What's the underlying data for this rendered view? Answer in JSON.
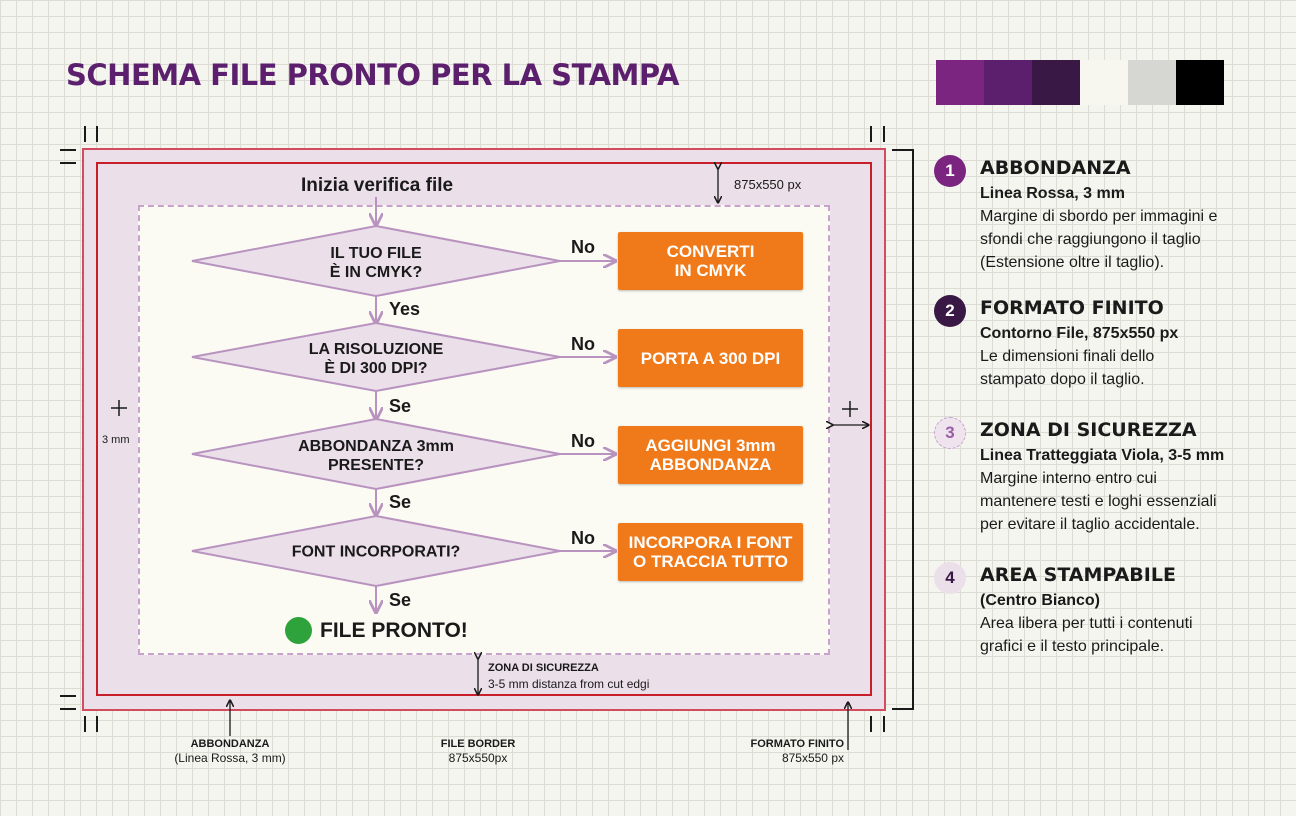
{
  "title": "SCHEMA FILE PRONTO PER LA STAMPA",
  "palette": [
    "#7b2480",
    "#5c1f6e",
    "#3a1845",
    "#f7f7f0",
    "#d6d6d2",
    "#000000"
  ],
  "colors": {
    "bleed": "#ebdfe9",
    "red_line": "#c81e2a",
    "safe_dashed": "#c7a3cc",
    "action": "#f07a1a",
    "ok": "#2ea33b"
  },
  "flow": {
    "start": "Inizia verifica file",
    "steps": [
      {
        "question": [
          "IL TUO FILE",
          "È IN CMYK?"
        ],
        "no": "No",
        "action": [
          "CONVERTI",
          "IN CMYK"
        ],
        "yes": "Yes"
      },
      {
        "question": [
          "LA RISOLUZIONE",
          "È DI 300 DPI?"
        ],
        "no": "No",
        "action": [
          "PORTA A 300 DPI"
        ],
        "yes": "Se"
      },
      {
        "question": [
          "ABBONDANZA 3mm",
          "PRESENTE?"
        ],
        "no": "No",
        "action": [
          "AGGIUNGI 3mm",
          "ABBONDANZA"
        ],
        "yes": "Se"
      },
      {
        "question": [
          "FONT INCORPORATI?"
        ],
        "no": "No",
        "action": [
          "INCORPORA I FONT",
          "O TRACCIA TUTTO"
        ],
        "yes": "Se"
      }
    ],
    "end": "FILE PRONTO!"
  },
  "dims": {
    "top": "875x550 px",
    "left": "3 mm",
    "safe_title": "ZONA DI SICUREZZA",
    "safe_desc": "3-5 mm distanza from cut edgi"
  },
  "bottom_labels": [
    {
      "title": "ABBONDANZA",
      "sub": "(Linea Rossa, 3 mm)"
    },
    {
      "title": "FILE BORDER",
      "sub": "875x550px"
    },
    {
      "title": "FORMATO FINITO",
      "sub": "875x550 px"
    }
  ],
  "legend": [
    {
      "num": "1",
      "title": "ABBONDANZA",
      "sub": "Linea Rossa, 3 mm",
      "desc": [
        "Margine di sbordo per immagini e",
        "sfondi che raggiungono il taglio",
        "(Estensione oltre il taglio)."
      ]
    },
    {
      "num": "2",
      "title": "FORMATO FINITO",
      "sub": "Contorno File, 875x550 px",
      "desc": [
        "Le dimensioni finali dello",
        "stampato dopo il taglio."
      ]
    },
    {
      "num": "3",
      "title": "ZONA DI SICUREZZA",
      "sub": "Linea Tratteggiata Viola, 3-5 mm",
      "desc": [
        "Margine interno entro cui",
        "mantenere testi e loghi essenziali",
        "per evitare il taglio accidentale."
      ]
    },
    {
      "num": "4",
      "title": "AREA STAMPABILE",
      "sub": "(Centro Bianco)",
      "desc": [
        "Area libera per tutti i contenuti",
        "grafici e il testo principale."
      ]
    }
  ]
}
